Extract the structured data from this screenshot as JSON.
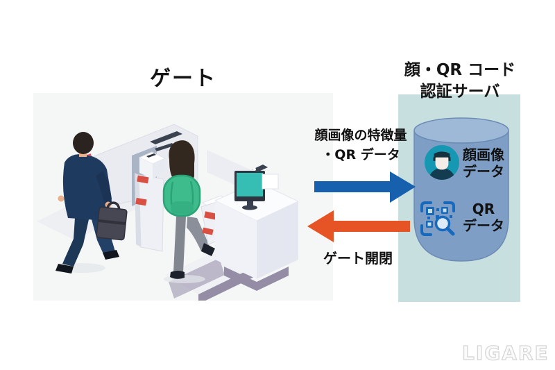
{
  "gate_section": {
    "title": "ゲート"
  },
  "server_section": {
    "title_line1": "顔・QR コード",
    "title_line2": "認証サーバ",
    "panel_color": "#c7dfde",
    "database": {
      "cylinder_color": "#7e9ec5",
      "cylinder_top_color": "#9db9d7",
      "items": [
        {
          "icon": "face-avatar-icon",
          "icon_color": "#1798b2",
          "label": "顔画像\nデータ"
        },
        {
          "icon": "qr-code-search-icon",
          "icon_color": "#1769bd",
          "label": "QR\nデータ"
        }
      ]
    }
  },
  "flows": {
    "to_server": {
      "label": "顔画像の特徴量\n・QR データ",
      "arrow_color": "#1660ae",
      "direction": "right"
    },
    "to_gate": {
      "label": "ゲート開閉",
      "arrow_color": "#e65426",
      "direction": "left"
    }
  },
  "illustration": {
    "panel_color": "#f5f7f6",
    "elements": [
      "security-gate",
      "kiosk-scanner",
      "man-with-briefcase",
      "woman-with-backpack",
      "staff-monitor",
      "surveillance-camera"
    ],
    "colors": {
      "suit": "#1f3a5f",
      "backpack": "#3ebc8c",
      "monitor_screen": "#36bdb4",
      "scanner_label": "#d94f43",
      "gate_body": "#e9ebf1",
      "floor_edge": "#958da6"
    }
  },
  "watermark": {
    "text": "LIGARE"
  }
}
